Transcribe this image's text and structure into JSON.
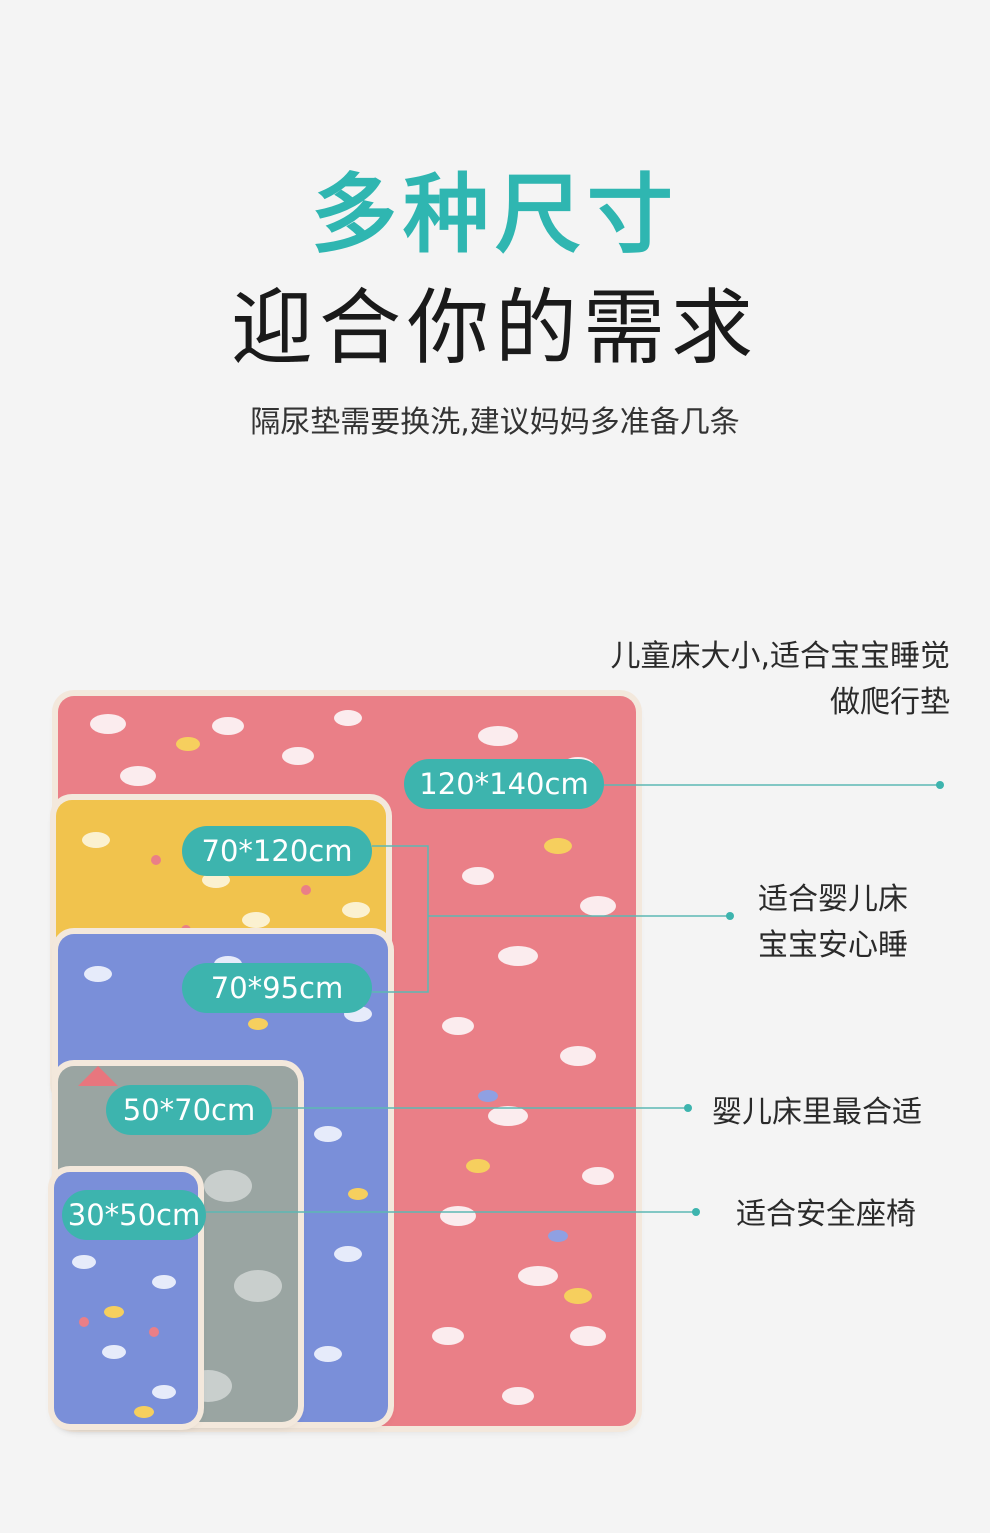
{
  "header": {
    "title": "多种尺寸",
    "subtitle": "迎合你的需求",
    "description": "隔尿垫需要换洗,建议妈妈多准备几条"
  },
  "sizes": [
    {
      "label": "120*140cm"
    },
    {
      "label": "70*120cm"
    },
    {
      "label": "70*95cm"
    },
    {
      "label": "50*70cm"
    },
    {
      "label": "30*50cm"
    }
  ],
  "notes": {
    "crib_line1": "儿童床大小,适合宝宝睡觉",
    "crib_line2": "做爬行垫",
    "baby_bed_line1": "适合婴儿床",
    "baby_bed_line2": "宝宝安心睡",
    "baby_bed_best": "婴儿床里最合适",
    "safety_seat": "适合安全座椅"
  },
  "colors": {
    "accent": "#2fb6b1",
    "label_bg": "#3db4ae",
    "pad_red": "#ea7f87",
    "pad_yellow": "#f1c34d",
    "pad_blue": "#7a8fd9",
    "pad_gray": "#9aa5a2"
  }
}
